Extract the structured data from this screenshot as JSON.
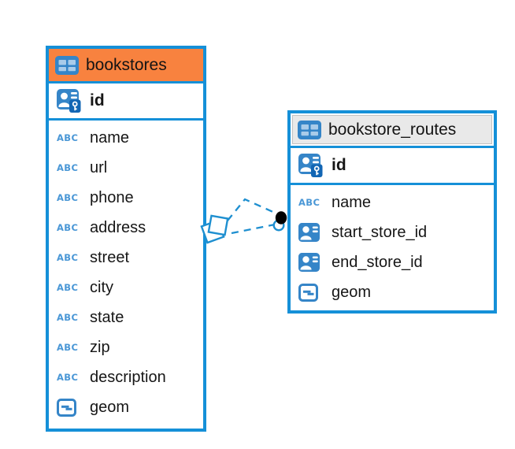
{
  "diagram": {
    "colors": {
      "table-border": "#1590d8",
      "icon-blue": "#3585c8",
      "icon-blue-light": "#4a97d6",
      "icon-cell": "#a9cbe9",
      "key-badge": "#1266b4",
      "connector": "#1e8fd0",
      "text": "#161616",
      "header-orange": "#f8823f",
      "header-gray": "#e9e9e9"
    },
    "icons": {
      "text_label": "ABC",
      "table": "table-grid-icon",
      "pk": "primary-key-user-icon",
      "fk": "foreign-key-user-icon",
      "geom": "geometry-type-icon"
    },
    "tables": [
      {
        "name": "bookstores",
        "header_color": "#f8823f",
        "header_inset": false,
        "columns": [
          {
            "name": "id",
            "type": "pk"
          },
          {
            "name": "name",
            "type": "text"
          },
          {
            "name": "url",
            "type": "text"
          },
          {
            "name": "phone",
            "type": "text"
          },
          {
            "name": "address",
            "type": "text"
          },
          {
            "name": "street",
            "type": "text"
          },
          {
            "name": "city",
            "type": "text"
          },
          {
            "name": "state",
            "type": "text"
          },
          {
            "name": "zip",
            "type": "text"
          },
          {
            "name": "description",
            "type": "text"
          },
          {
            "name": "geom",
            "type": "geom"
          }
        ]
      },
      {
        "name": "bookstore_routes",
        "header_color": "#e9e9e9",
        "header_inset": true,
        "columns": [
          {
            "name": "id",
            "type": "pk"
          },
          {
            "name": "name",
            "type": "text"
          },
          {
            "name": "start_store_id",
            "type": "fk"
          },
          {
            "name": "end_store_id",
            "type": "fk"
          },
          {
            "name": "geom",
            "type": "geom"
          }
        ]
      }
    ],
    "relationship": {
      "from_table": "bookstores",
      "to_table": "bookstore_routes",
      "style": "dashed"
    }
  }
}
